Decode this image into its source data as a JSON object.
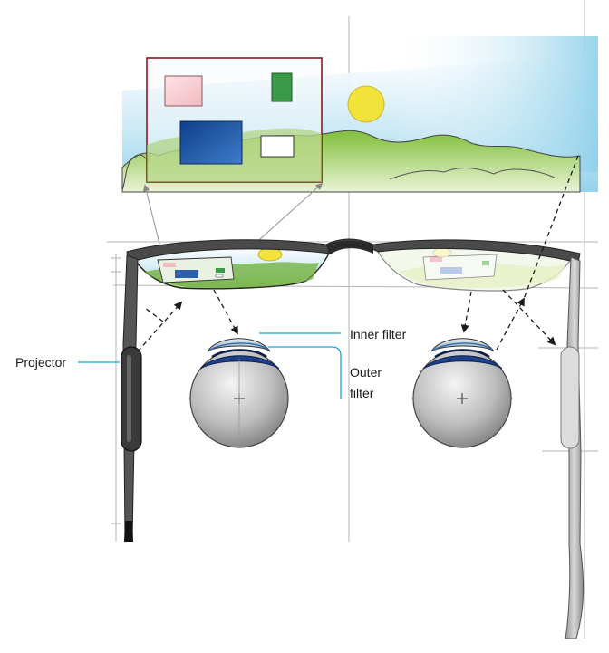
{
  "labels": {
    "projector": "Projector",
    "inner_filter": "Inner filter",
    "outer_filter_line1": "Outer",
    "outer_filter_line2": "filter"
  },
  "colors": {
    "callout_line": "#1aa3d6",
    "sky_top": "#ffffff",
    "sky_bottom": "#a7d9ee",
    "hills": "#8cc63f",
    "sun": "#f2e33a",
    "virtual_frame": "#8b1a1a",
    "pink_box": "#f4c4c9",
    "green_box": "#3a9a48",
    "blue_box": "#1f5aa8",
    "eye_iris": "#1e3f8a",
    "construction_lines": "#9a9a9a"
  },
  "icons": [
    "projector-icon",
    "eyeball-icon",
    "lens-filter-icon",
    "sun-icon"
  ]
}
